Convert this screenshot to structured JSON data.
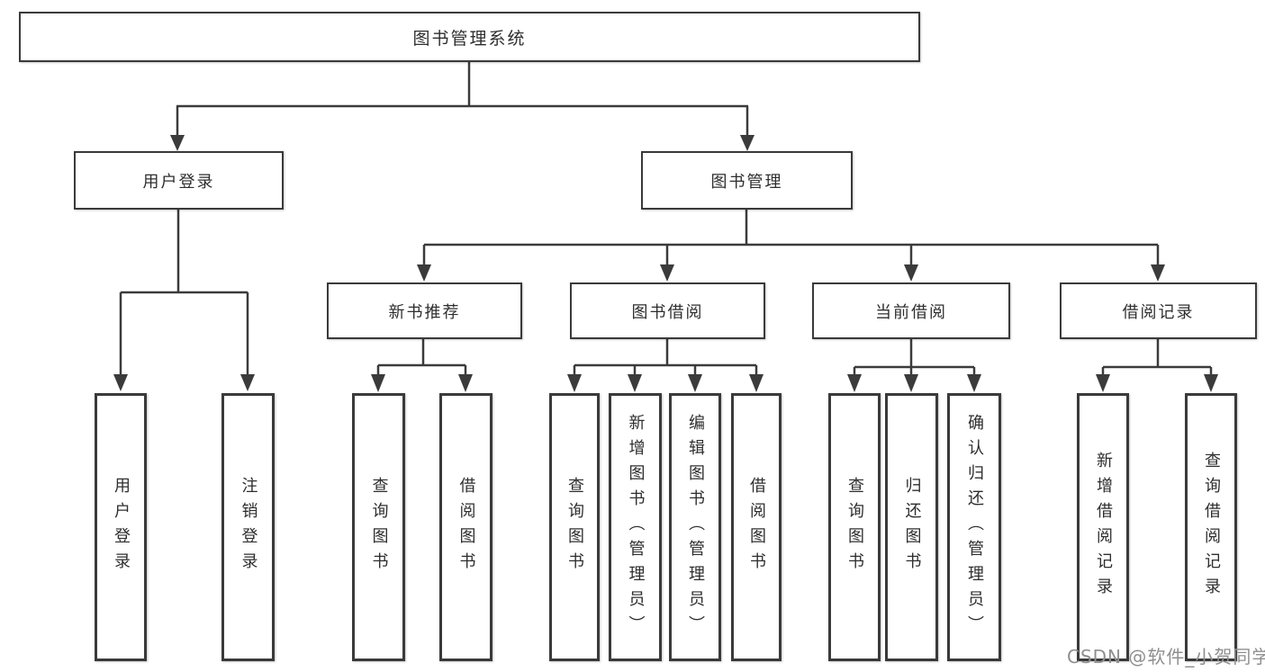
{
  "colors": {
    "line": "#3b3b3b",
    "border": "#3a3a3a",
    "fill": "#ffffff",
    "text": "#2e2e2e",
    "watermark": "#8f8f8f"
  },
  "watermark": {
    "text": "CSDN @软件_小贺同学"
  },
  "tree": {
    "root": {
      "label": "图书管理系统"
    },
    "children": [
      {
        "label": "用户登录",
        "children": [
          {
            "label": "用户登录"
          },
          {
            "label": "注销登录"
          }
        ]
      },
      {
        "label": "图书管理",
        "children": [
          {
            "label": "新书推荐",
            "children": [
              {
                "label": "查询图书"
              },
              {
                "label": "借阅图书"
              }
            ]
          },
          {
            "label": "图书借阅",
            "children": [
              {
                "label": "查询图书"
              },
              {
                "label": "新增图书（管理员）"
              },
              {
                "label": "编辑图书（管理员）"
              },
              {
                "label": "借阅图书"
              }
            ]
          },
          {
            "label": "当前借阅",
            "children": [
              {
                "label": "查询图书"
              },
              {
                "label": "归还图书"
              },
              {
                "label": "确认归还（管理员）"
              }
            ]
          },
          {
            "label": "借阅记录",
            "children": [
              {
                "label": "新增借阅记录"
              },
              {
                "label": "查询借阅记录"
              }
            ]
          }
        ]
      }
    ]
  }
}
